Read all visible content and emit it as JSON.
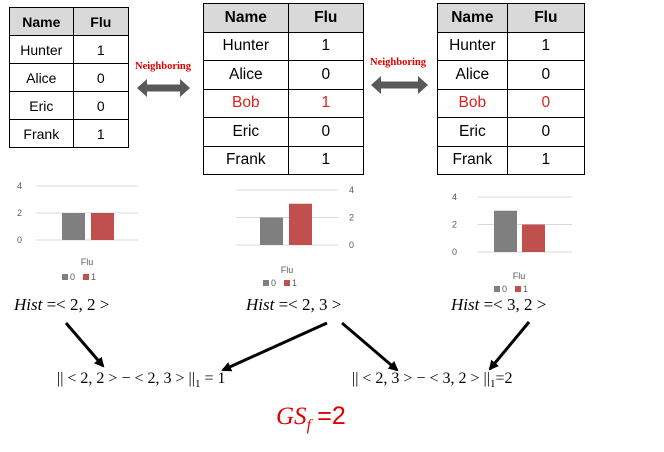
{
  "tables": [
    {
      "headers": [
        "Name",
        "Flu"
      ],
      "rows": [
        {
          "name": "Hunter",
          "flu": "1",
          "highlight": false
        },
        {
          "name": "Alice",
          "flu": "0",
          "highlight": false
        },
        {
          "name": "Eric",
          "flu": "0",
          "highlight": false
        },
        {
          "name": "Frank",
          "flu": "1",
          "highlight": false
        }
      ]
    },
    {
      "headers": [
        "Name",
        "Flu"
      ],
      "rows": [
        {
          "name": "Hunter",
          "flu": "1",
          "highlight": false
        },
        {
          "name": "Alice",
          "flu": "0",
          "highlight": false
        },
        {
          "name": "Bob",
          "flu": "1",
          "highlight": true
        },
        {
          "name": "Eric",
          "flu": "0",
          "highlight": false
        },
        {
          "name": "Frank",
          "flu": "1",
          "highlight": false
        }
      ]
    },
    {
      "headers": [
        "Name",
        "Flu"
      ],
      "rows": [
        {
          "name": "Hunter",
          "flu": "1",
          "highlight": false
        },
        {
          "name": "Alice",
          "flu": "0",
          "highlight": false
        },
        {
          "name": "Bob",
          "flu": "0",
          "highlight": true
        },
        {
          "name": "Eric",
          "flu": "0",
          "highlight": false
        },
        {
          "name": "Frank",
          "flu": "1",
          "highlight": false
        }
      ]
    }
  ],
  "relation_label": "Neighboring",
  "chart_data": [
    {
      "type": "bar",
      "xlabel": "Flu",
      "categories": [
        "Flu"
      ],
      "series": [
        {
          "name": "0",
          "values": [
            2
          ]
        },
        {
          "name": "1",
          "values": [
            2
          ]
        }
      ],
      "yticks": [
        "0",
        "2",
        "4"
      ],
      "ylim": [
        0,
        4
      ],
      "legend": "bottom",
      "colors": [
        "#7f7f7f",
        "#c0504d"
      ]
    },
    {
      "type": "bar",
      "xlabel": "Flu",
      "categories": [
        "Flu"
      ],
      "series": [
        {
          "name": "0",
          "values": [
            2
          ]
        },
        {
          "name": "1",
          "values": [
            3
          ]
        }
      ],
      "yticks": [
        "0",
        "2",
        "4"
      ],
      "ylim": [
        0,
        4
      ],
      "legend": "bottom",
      "colors": [
        "#7f7f7f",
        "#c0504d"
      ]
    },
    {
      "type": "bar",
      "xlabel": "Flu",
      "categories": [
        "Flu"
      ],
      "series": [
        {
          "name": "0",
          "values": [
            3
          ]
        },
        {
          "name": "1",
          "values": [
            2
          ]
        }
      ],
      "yticks": [
        "0",
        "2",
        "4"
      ],
      "ylim": [
        0,
        4
      ],
      "legend": "bottom",
      "colors": [
        "#7f7f7f",
        "#c0504d"
      ]
    }
  ],
  "hists": [
    {
      "label": "Hist",
      "value": "=< 2, 2 >"
    },
    {
      "label": "Hist",
      "value": "=< 2, 3 >"
    },
    {
      "label": "Hist",
      "value": "=< 3, 2 >"
    }
  ],
  "norms": [
    {
      "text": "|| < 2, 2 >  − < 2, 3 > ||",
      "sub": "1",
      "result": " = 1"
    },
    {
      "text": "|| < 2, 3 >  − < 3, 2 > ||",
      "sub": "1",
      "result": "=2"
    }
  ],
  "gs": {
    "symbol": "GS",
    "sub": "f",
    "value": "=2"
  },
  "colors": {
    "accent": "#e00000",
    "bar0": "#7f7f7f",
    "bar1": "#c0504d",
    "header": "#d9d9d9"
  }
}
